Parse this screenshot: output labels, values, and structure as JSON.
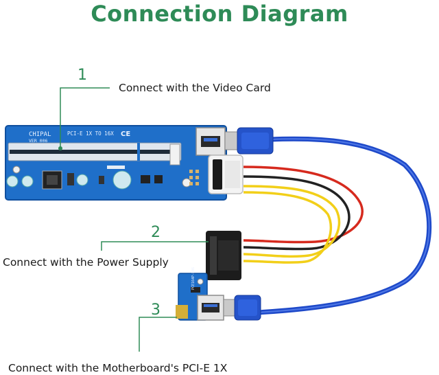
{
  "title": "Connection Diagram",
  "callouts": [
    {
      "number": "1",
      "label": "Connect with the Video Card"
    },
    {
      "number": "2",
      "label": "Connect with the Power Supply"
    },
    {
      "number": "3",
      "label": "Connect with the Motherboard's PCI-E 1X"
    }
  ],
  "board": {
    "brand": "CHIPAL",
    "version": "VER 006",
    "model": "PCI-E 1X TO 16X",
    "cert": "CE",
    "small_board_text": "PCE164P-N06"
  },
  "colors": {
    "accent_green": "#2e8b57",
    "pcb_blue": "#1f6fc9",
    "cable_blue": "#1e49c9",
    "wire_red": "#d62a1e",
    "wire_yellow": "#f2cf19"
  }
}
